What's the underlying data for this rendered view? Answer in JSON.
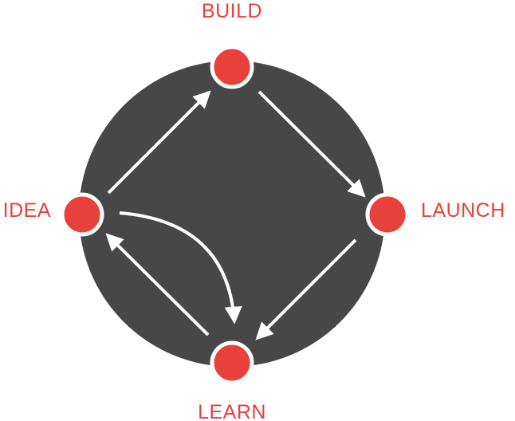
{
  "colors": {
    "background": "#ffffff",
    "disc": "#474747",
    "node": "#e8403a",
    "node_outline": "#ffffff",
    "arrow": "#ffffff",
    "label": "#e8403a"
  },
  "nodes": [
    {
      "id": "build",
      "label": "BUILD"
    },
    {
      "id": "launch",
      "label": "LAUNCH"
    },
    {
      "id": "learn",
      "label": "LEARN"
    },
    {
      "id": "idea",
      "label": "IDEA"
    }
  ],
  "edges": [
    {
      "from": "idea",
      "to": "build"
    },
    {
      "from": "build",
      "to": "launch"
    },
    {
      "from": "launch",
      "to": "learn"
    },
    {
      "from": "learn",
      "to": "idea"
    },
    {
      "from": "idea",
      "to": "learn",
      "curved": true
    }
  ]
}
